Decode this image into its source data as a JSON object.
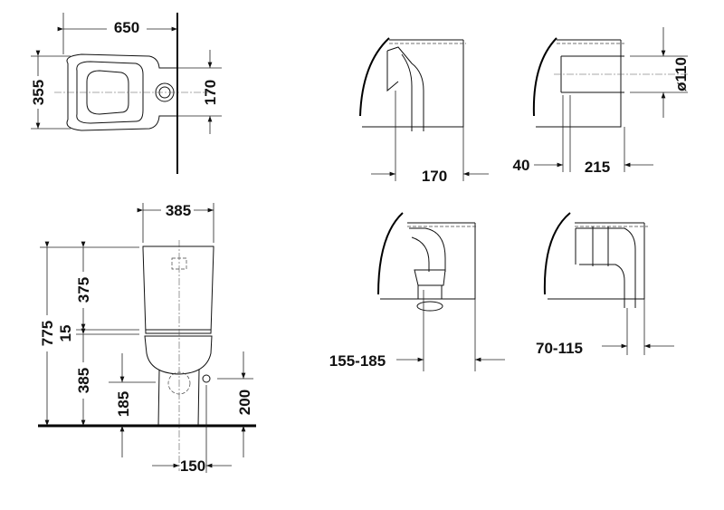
{
  "top_view": {
    "width": "650",
    "depth": "355",
    "outlet_offset": "170"
  },
  "front_view": {
    "cistern_width": "385",
    "cistern_height": "375",
    "gap": "15",
    "total_height": "775",
    "bowl_height": "385",
    "outlet_height": "185",
    "water_inlet_height": "200",
    "outlet_width": "150"
  },
  "side_views": {
    "horizontal_outlet": {
      "wall_distance": "170"
    },
    "straight_connector": {
      "offset": "40",
      "length": "215",
      "pipe_diameter": "ø110"
    },
    "vertical_outlet": {
      "range": "155-185"
    },
    "offset_outlet": {
      "range": "70-115"
    }
  }
}
